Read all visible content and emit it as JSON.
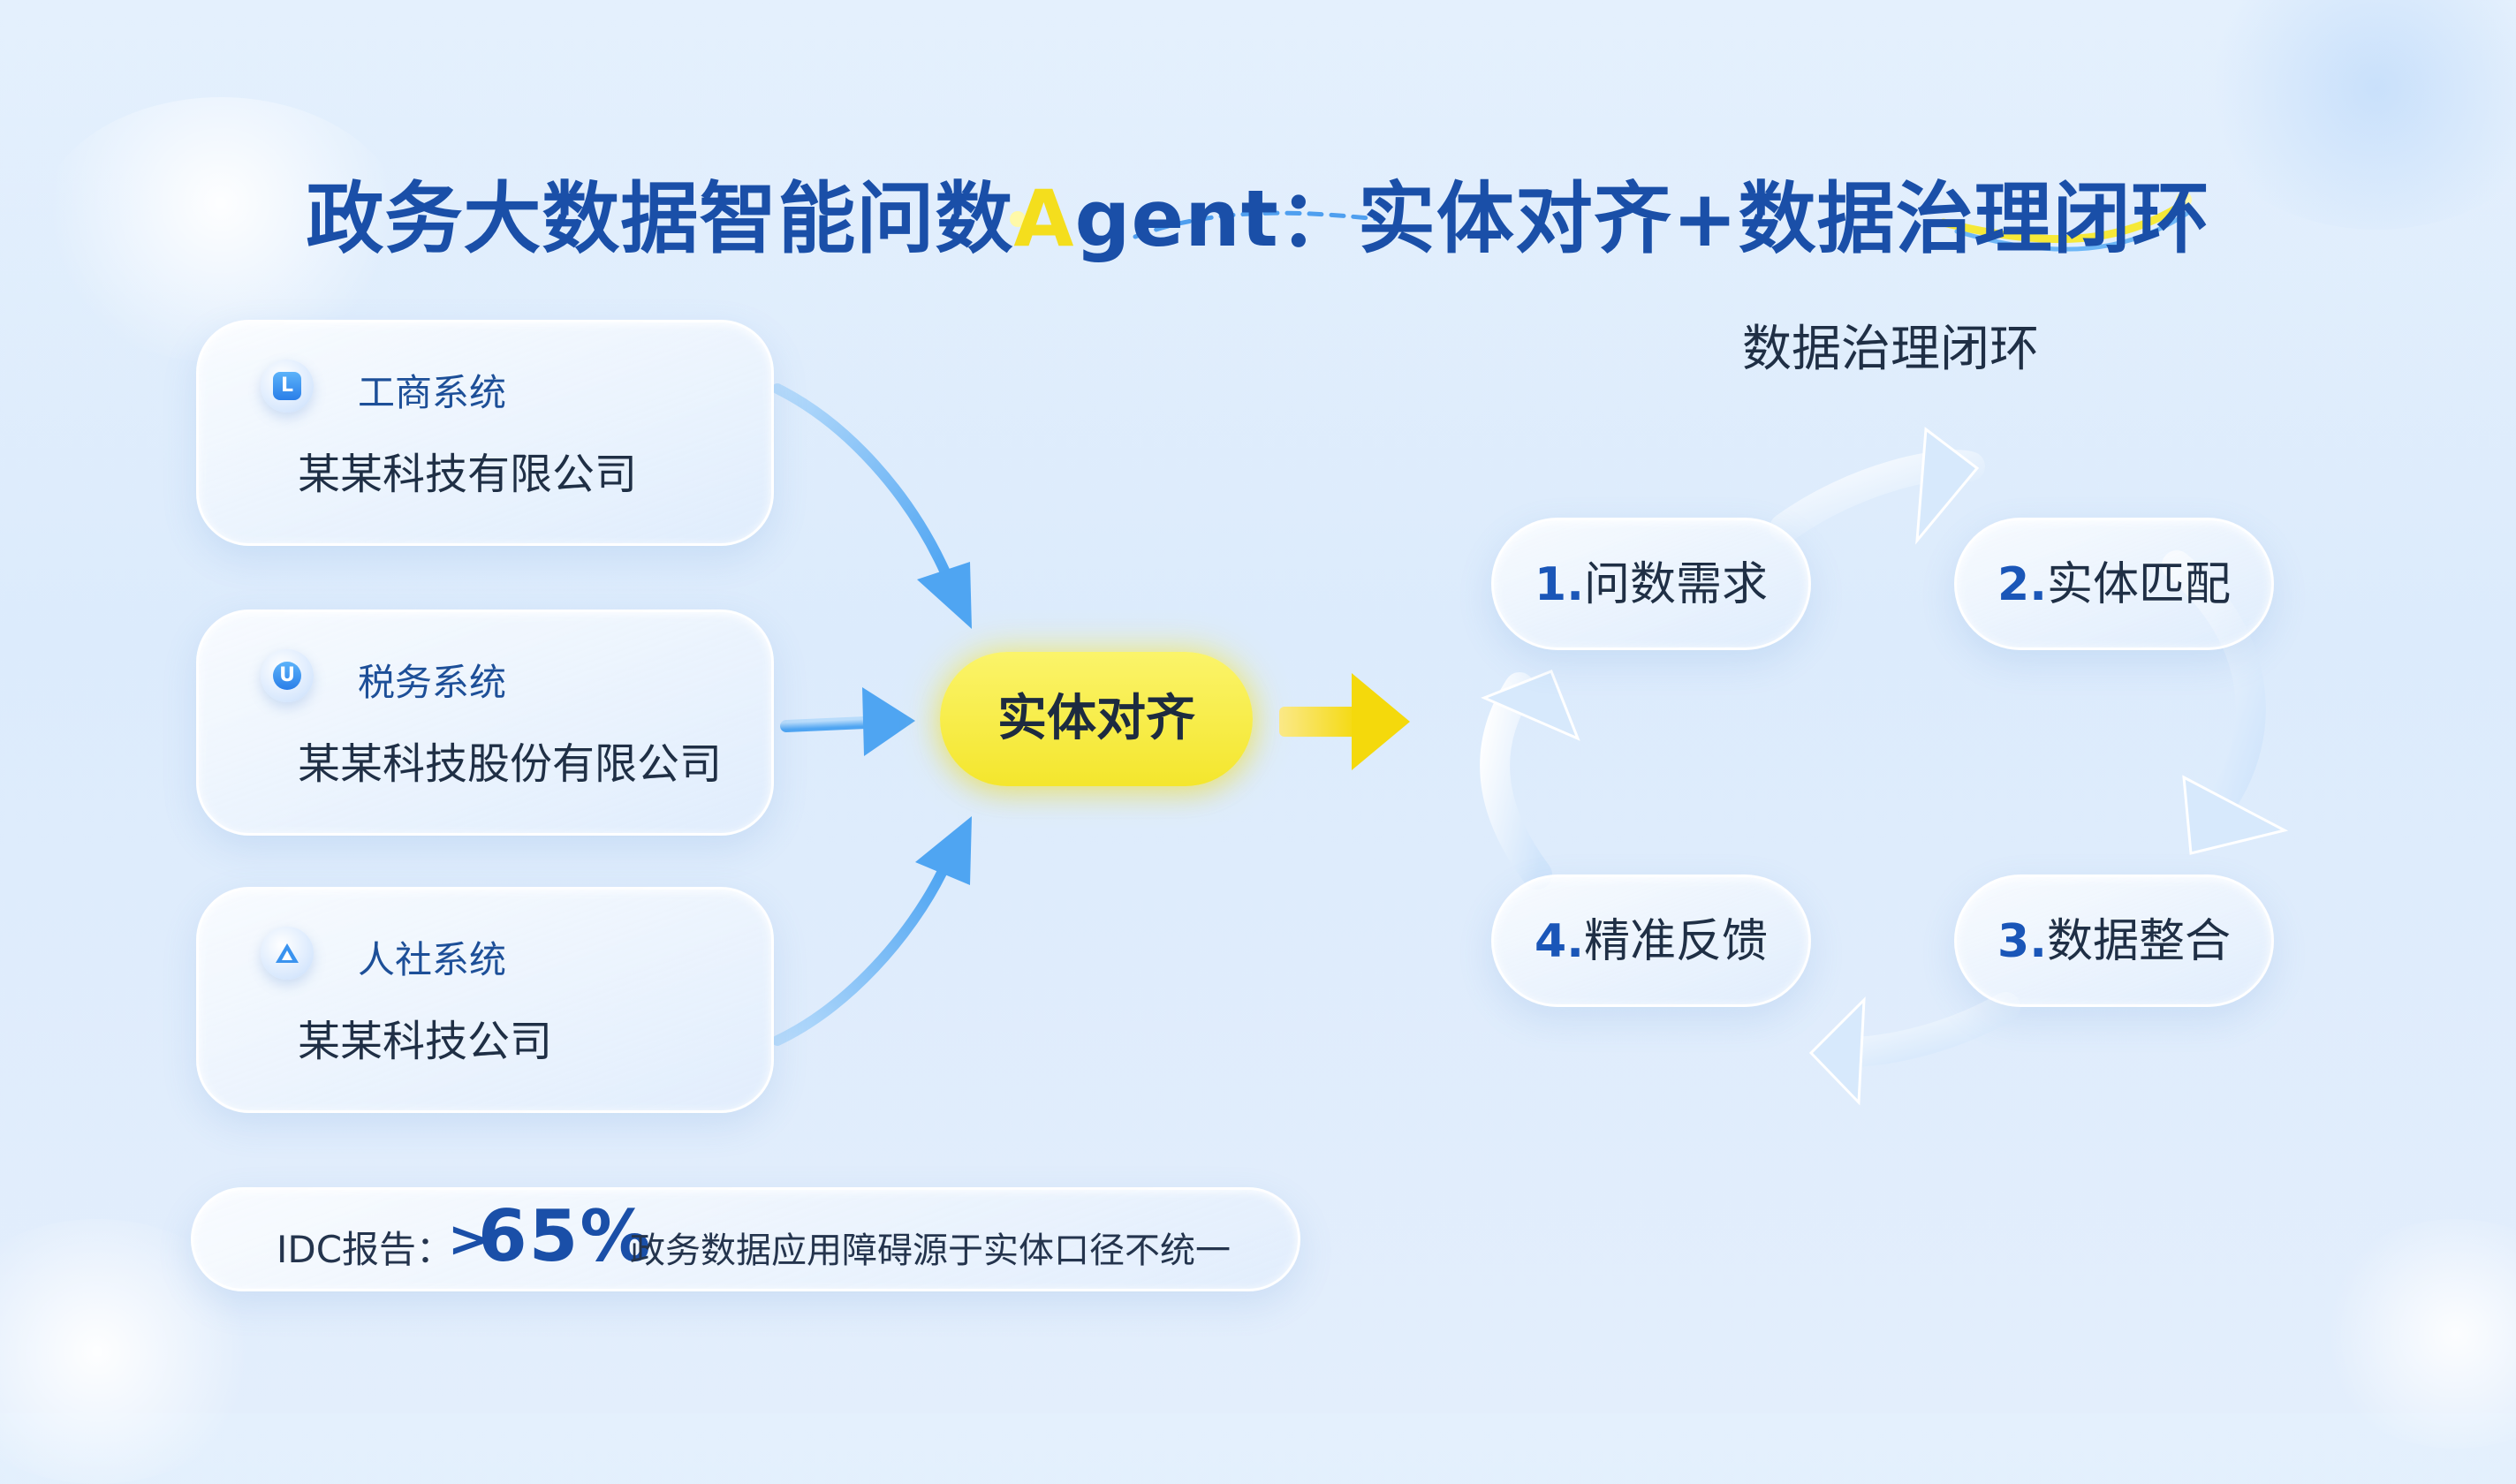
{
  "title": {
    "part1": "政务大数据智能问数",
    "accent": "A",
    "part2": "gent：实体对齐+数据治理闭环"
  },
  "colors": {
    "title": "#1a4fa8",
    "accent": "#f4de1d",
    "pill": "#f6e938",
    "arrow_blue": "#5aaaf2"
  },
  "sources": [
    {
      "system": "工商系统",
      "company": "某某科技有限公司",
      "icon": "square-l-icon"
    },
    {
      "system": "税务系统",
      "company": "某某科技股份有限公司",
      "icon": "round-badge-icon"
    },
    {
      "system": "人社系统",
      "company": "某某科技公司",
      "icon": "triangle-icon"
    }
  ],
  "center": {
    "label": "实体对齐"
  },
  "loop": {
    "title": "数据治理闭环",
    "steps": [
      {
        "num": "1.",
        "label": "问数需求"
      },
      {
        "num": "2.",
        "label": "实体匹配"
      },
      {
        "num": "3.",
        "label": "数据整合"
      },
      {
        "num": "4.",
        "label": "精准反馈"
      }
    ]
  },
  "stat": {
    "prefix": "IDC报告：",
    "gt": ">",
    "percent": "65%",
    "text": "政务数据应用障碍源于实体口径不统一"
  },
  "icons": {
    "L": "L",
    "U": "U"
  }
}
